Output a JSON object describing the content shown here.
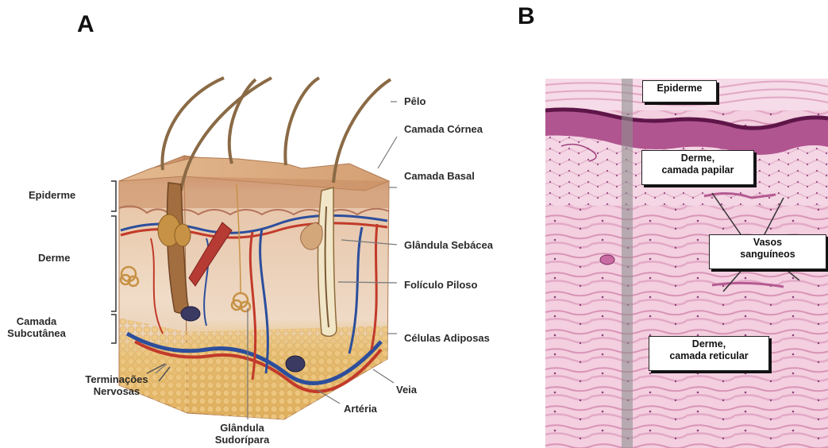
{
  "panels": {
    "a": {
      "letter": "A",
      "labels": {
        "pelo": "Pêlo",
        "camada_cornea": "Camada Córnea",
        "camada_basal": "Camada Basal",
        "glandula_sebacea": "Glândula  Sebácea",
        "foliculo_piloso": "Folículo Piloso",
        "celulas_adiposas": "Células Adiposas",
        "veia": "Veia",
        "arteria": "Artéria",
        "glandula_sudoripara_1": "Glândula",
        "glandula_sudoripara_2": "Sudorípara",
        "terminacoes_1": "Terminações",
        "terminacoes_2": "Nervosas",
        "epiderme": "Epiderme",
        "derme": "Derme",
        "subcutanea_1": "Camada",
        "subcutanea_2": "Subcutânea"
      }
    },
    "b": {
      "letter": "B",
      "labels": {
        "epiderme": "Epiderme",
        "derme_papilar_1": "Derme,",
        "derme_papilar_2": "camada papilar",
        "vasos_1": "Vasos",
        "vasos_2": "sanguíneos",
        "derme_reticular_1": "Derme,",
        "derme_reticular_2": "camada reticular"
      }
    }
  },
  "colors": {
    "skin_top": "#d9a77c",
    "epidermis": "#c98c63",
    "dermis": "#efd7c2",
    "fat": "#e9c27a",
    "vein": "#2c4e9c",
    "artery": "#c23a2a",
    "hair": "#8a6a45",
    "histo_bg": "#f2c9db",
    "histo_dark": "#8c2f6a"
  }
}
